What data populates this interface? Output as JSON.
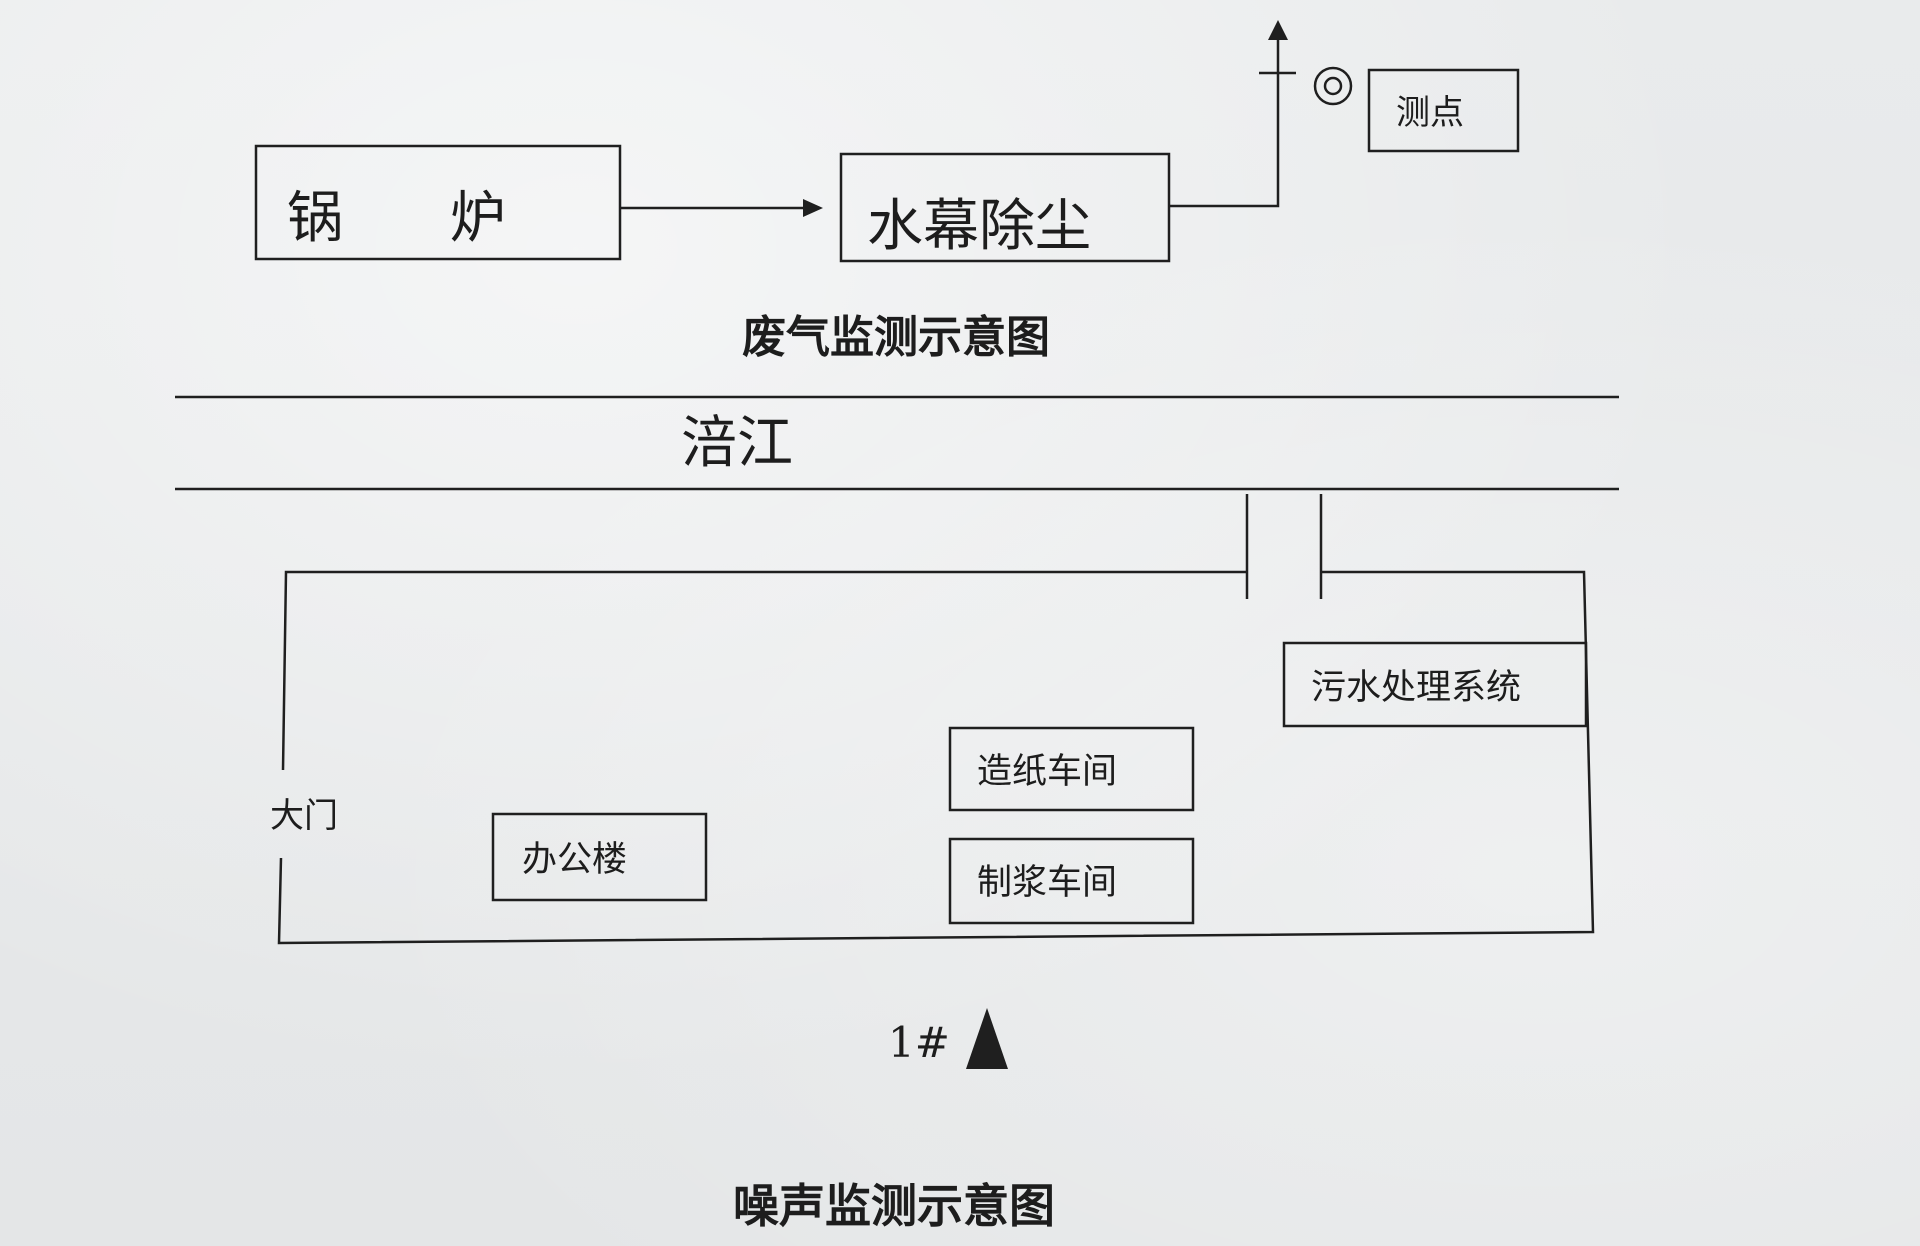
{
  "exhaust": {
    "boiler_label": "锅      炉",
    "dust_label": "水幕除尘",
    "measure_point_label": "测点",
    "title": "废气监测示意图"
  },
  "noise": {
    "river_label": "涪江",
    "gate_label": "大门",
    "office_label": "办公楼",
    "paper_workshop_label": "造纸车间",
    "pulp_workshop_label": "制浆车间",
    "sewage_label": "污水处理系统",
    "point_label": "1#",
    "title": "噪声监测示意图"
  }
}
